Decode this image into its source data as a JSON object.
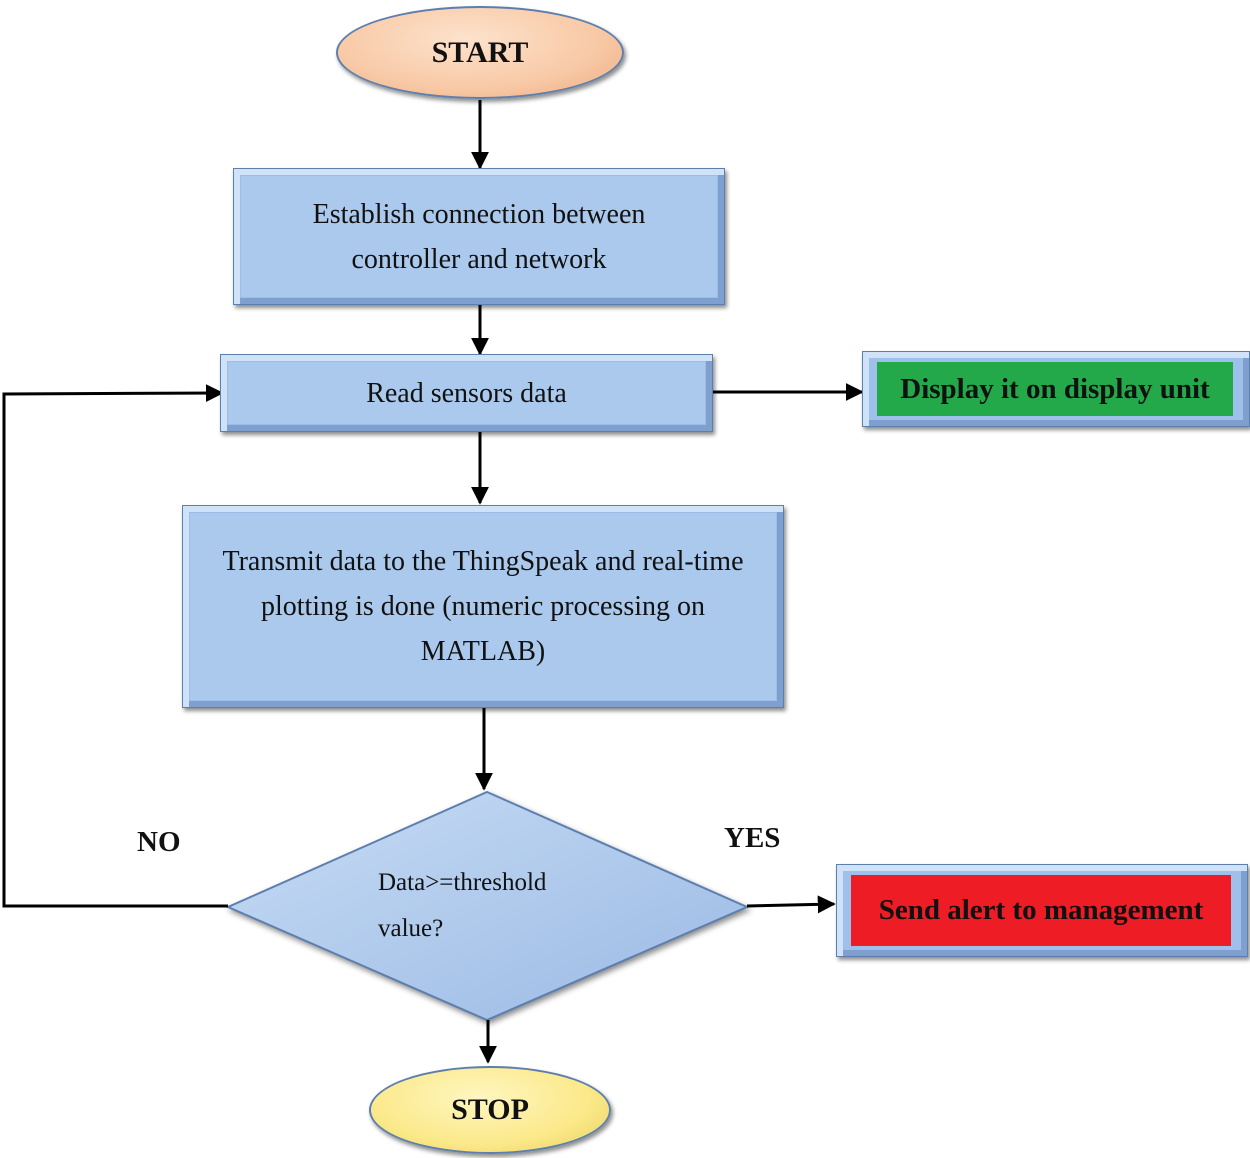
{
  "nodes": {
    "start": "START",
    "establish": "Establish connection between controller and network",
    "read": "Read sensors data",
    "display": "Display it on display unit",
    "transmit": "Transmit data to the ThingSpeak and real-time plotting is done (numeric processing on MATLAB)",
    "decision_line1": "Data>=threshold",
    "decision_line2": "value?",
    "alert": "Send alert to management",
    "stop": "STOP"
  },
  "edges": {
    "no_label": "NO",
    "yes_label": "YES"
  },
  "colors": {
    "box_fill": "#abc9ec",
    "start_fill": "#f8c9a6",
    "stop_fill": "#fbe98a",
    "display_fill": "#23a84a",
    "alert_fill": "#ee1c24"
  }
}
